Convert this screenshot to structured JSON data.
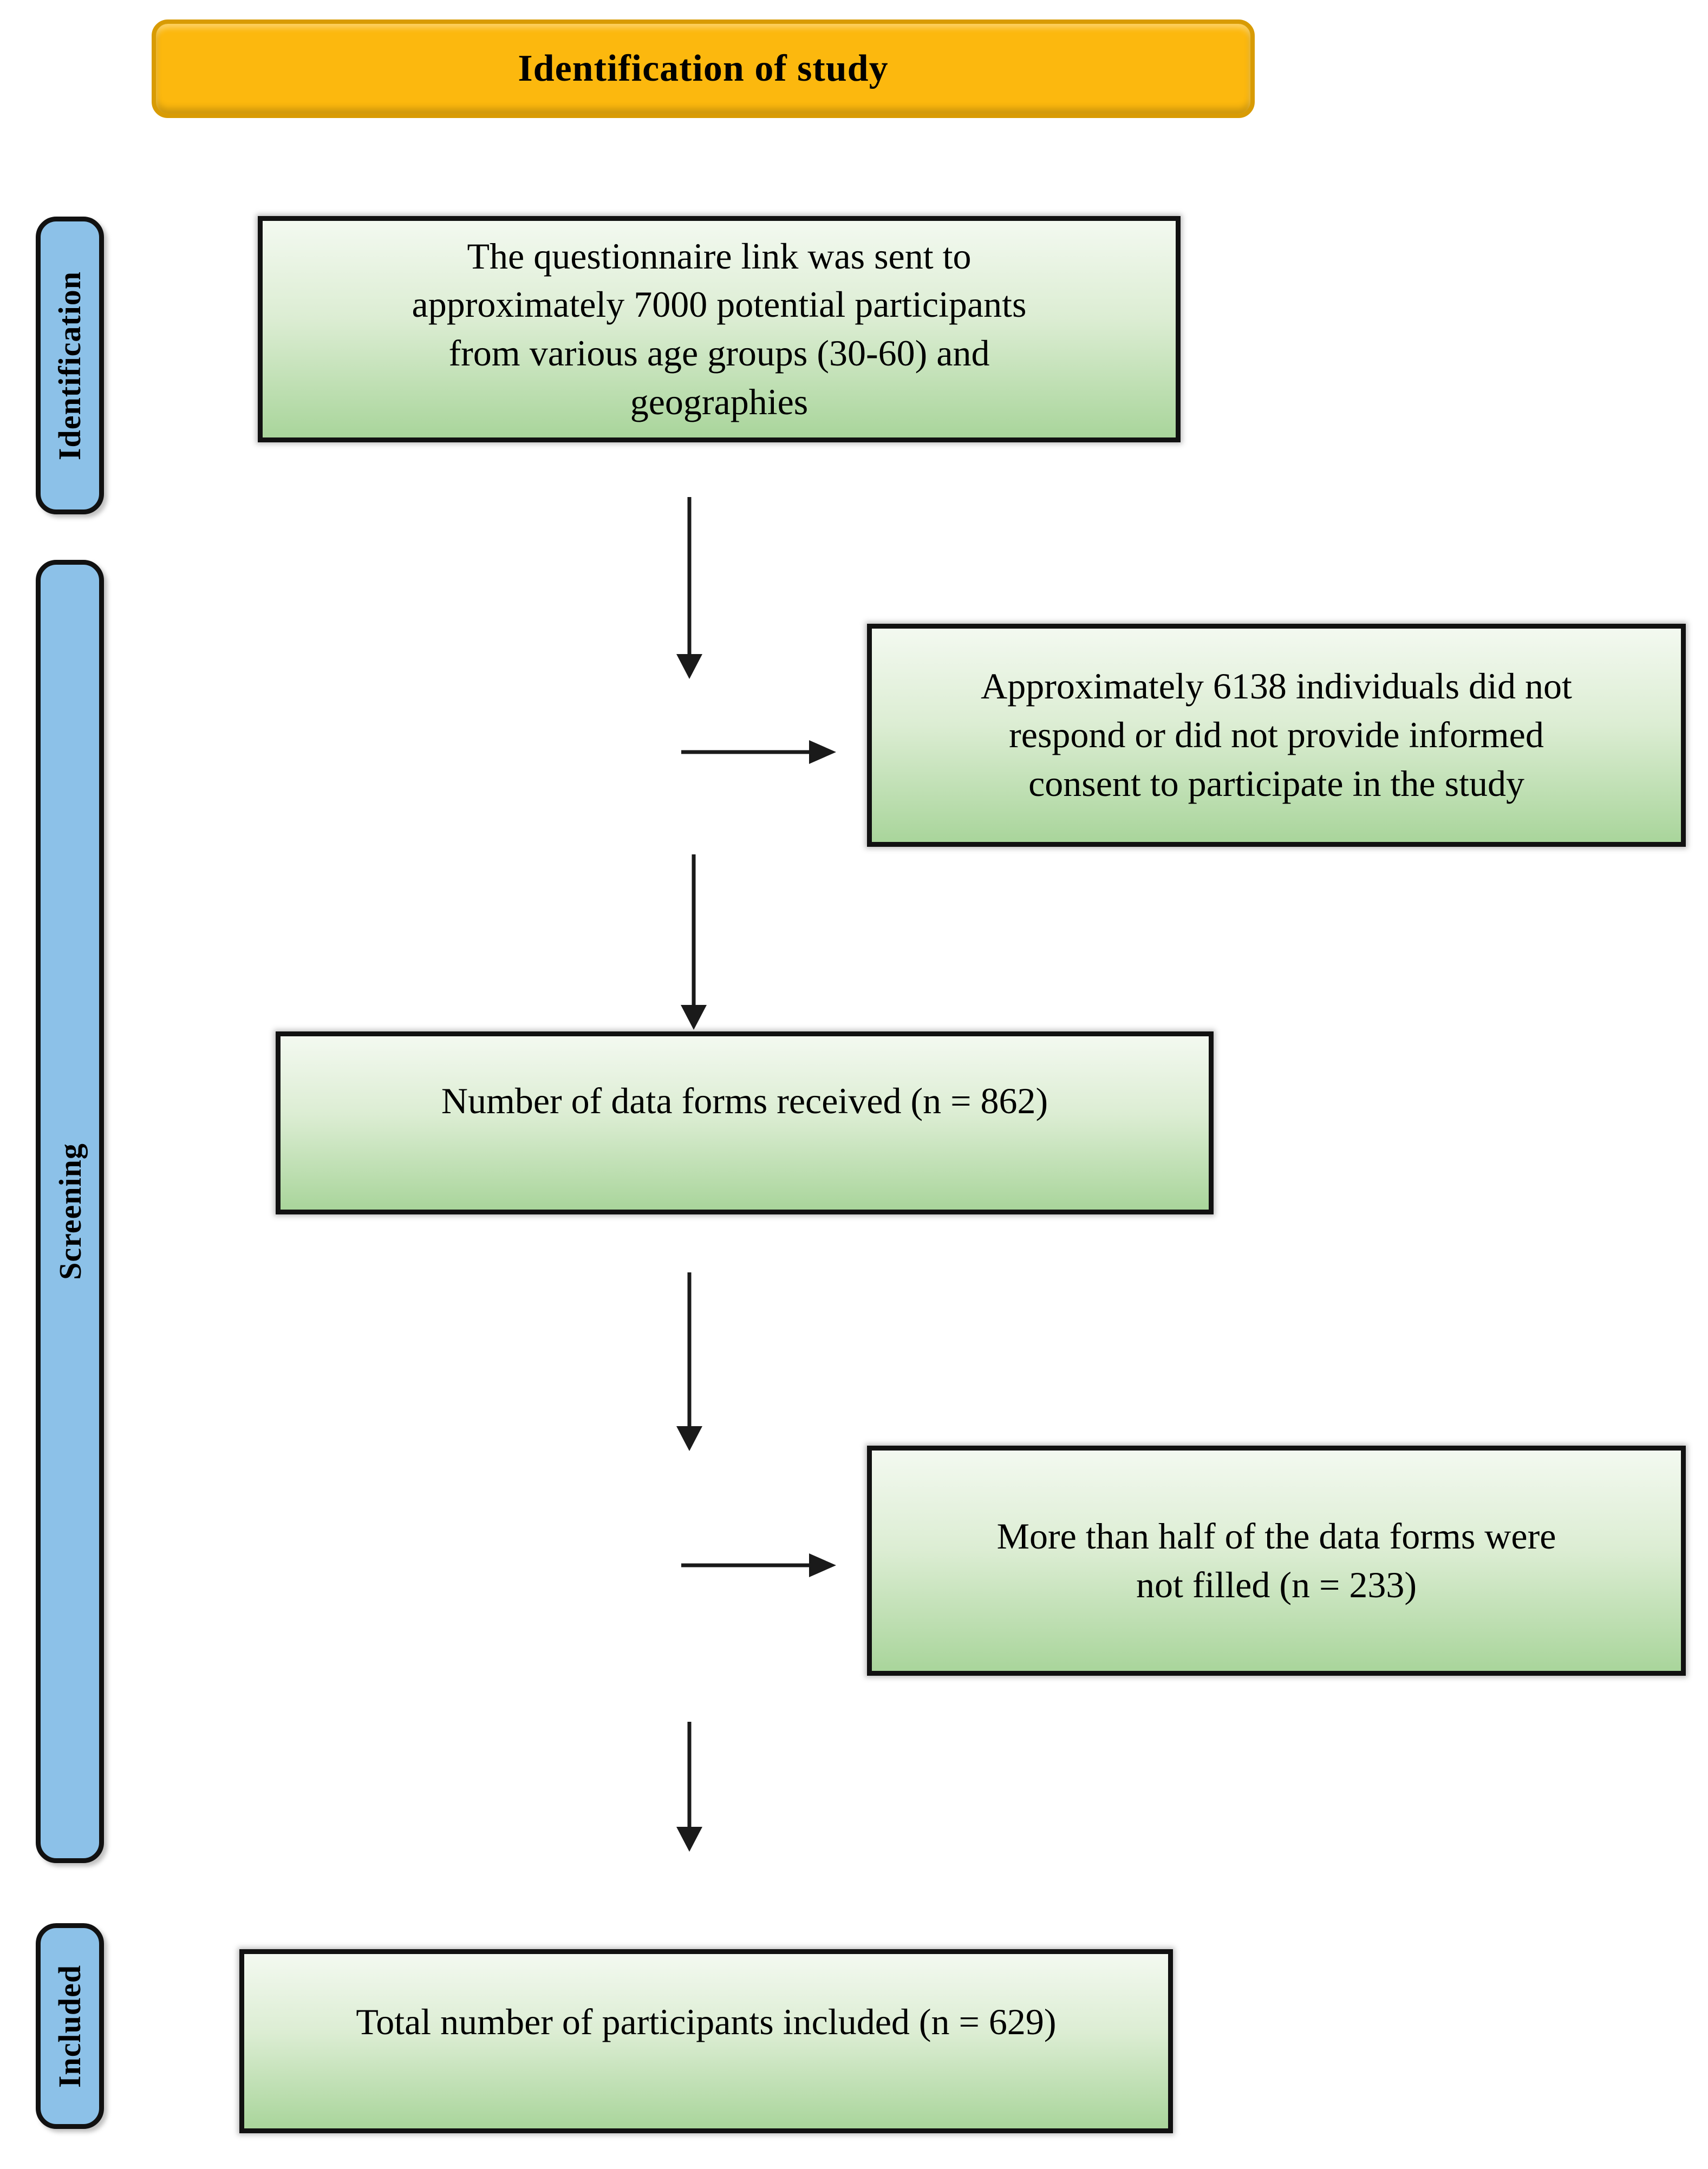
{
  "title": {
    "label": "Identification of study"
  },
  "sidebar": {
    "stages": [
      {
        "label": "Identification"
      },
      {
        "label": "Screening"
      },
      {
        "label": "Included"
      }
    ]
  },
  "flow": {
    "boxes": [
      {
        "id": "questionnaire-sent",
        "lines": [
          "The questionnaire link was sent to",
          "approximately 7000 potential participants",
          "from various age groups (30-60) and",
          "geographies"
        ]
      },
      {
        "id": "no-response",
        "lines": [
          "Approximately 6138 individuals did not",
          "respond or did not provide informed",
          "consent to participate in the study"
        ]
      },
      {
        "id": "forms-received",
        "lines": [
          "Number of data forms received (n = 862)"
        ]
      },
      {
        "id": "forms-not-filled",
        "lines": [
          "More than half of the data forms were",
          "not filled (n = 233)"
        ]
      },
      {
        "id": "participants-included",
        "lines": [
          "Total number of participants included (n = 629)"
        ]
      }
    ]
  },
  "counts": {
    "sent": 7000,
    "no_response": 6138,
    "received": 862,
    "not_filled": 233,
    "included": 629
  },
  "colors": {
    "page-bg": "#FFFFFF",
    "accent-orange": "#FCB80E",
    "accent-orange-border": "#D89B04",
    "stage-blue": "#8CC1E8",
    "node-green-top": "#F3F9F0",
    "node-green-mid": "#DCEDD3",
    "node-green-bottom": "#A9D59B",
    "outline-black": "#111111",
    "arrow-black": "#1A1A1A"
  }
}
